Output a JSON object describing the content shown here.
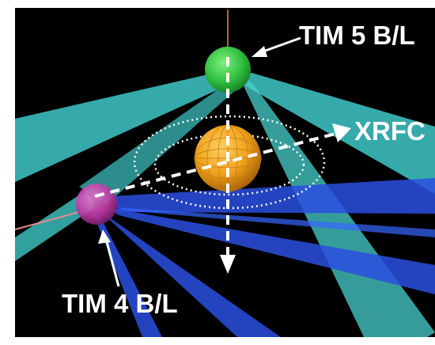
{
  "labels": {
    "tim5": "TIM 5 B/L",
    "xrfc": "XRFC",
    "tim4": "TIM 4 B/L"
  },
  "colors": {
    "background": "#000000",
    "frame": "#ffffff",
    "cyan_beam": "#40c8c8",
    "blue_beam": "#2a4fe0",
    "tim5_sphere": "#2fbf3f",
    "tim4_sphere": "#c23aa8",
    "target_sphere": "#f0a21c",
    "arrow_white": "#ffffff"
  },
  "icons": {
    "tim5": "green-sphere",
    "tim4": "magenta-sphere",
    "target": "orange-target-sphere"
  }
}
